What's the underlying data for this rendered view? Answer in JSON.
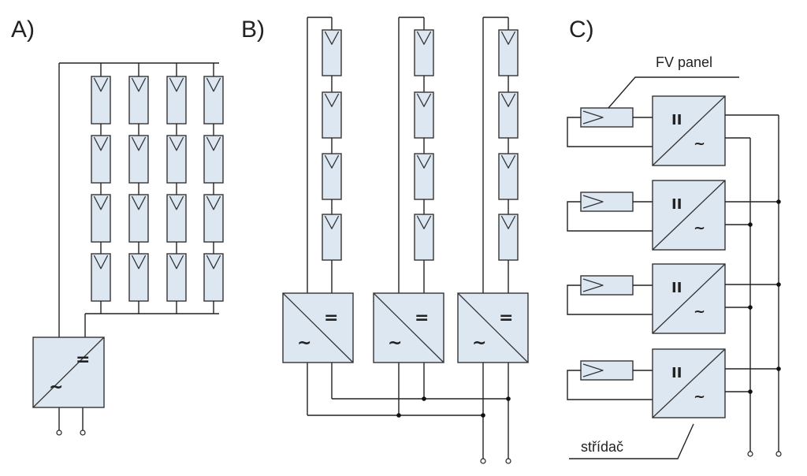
{
  "panel_labels": {
    "a": "A)",
    "b": "B)",
    "c": "C)"
  },
  "annotations": {
    "fv_panel": "FV panel",
    "inverter": "střídač"
  },
  "symbols": {
    "dc": "=",
    "ac": "~",
    "dc_c": "II",
    "ac_c": "~"
  },
  "colors": {
    "component_fill": "#dde7f2",
    "line": "#222222"
  }
}
